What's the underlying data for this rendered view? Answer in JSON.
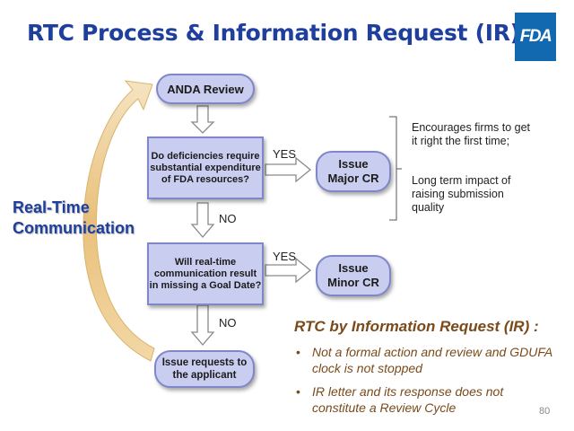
{
  "title": "RTC Process & Information Request (IR)",
  "logo_text": "FDA",
  "side_label_line1": "Real-Time",
  "side_label_line2": "Communication",
  "flow": {
    "anda_review": "ANDA Review",
    "question1": "Do deficiencies require substantial expenditure of FDA resources?",
    "yes1": "YES",
    "no1": "NO",
    "major_cr_line1": "Issue",
    "major_cr_line2": "Major CR",
    "question2": "Will real-time communication result in missing a Goal Date?",
    "yes2": "YES",
    "no2": "NO",
    "minor_cr_line1": "Issue",
    "minor_cr_line2": "Minor CR",
    "issue_requests": "Issue requests to the applicant"
  },
  "notes": {
    "note1": "Encourages firms to get it right the first time;",
    "note2": "Long term impact of raising submission quality"
  },
  "rtc_ir": {
    "heading": "RTC by Information Request (IR) :",
    "bullet1": "Not a formal action and review and GDUFA clock is not stopped",
    "bullet2": "IR letter and its response does not constitute a Review Cycle"
  },
  "page_number": "80",
  "colors": {
    "title_blue": "#1f3f9e",
    "box_fill": "#c9cdef",
    "box_border": "#8087c9",
    "rtc_text_brown": "#7a4a1a",
    "logo_blue": "#1269b0"
  }
}
